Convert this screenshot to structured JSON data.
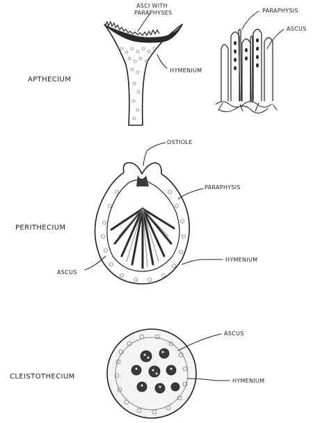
{
  "apothecium": {
    "title": "APTHECIUM",
    "labels": {
      "asci_with_paraphyses_line1": "ASCI WITH",
      "asci_with_paraphyses_line2": "PARAPHYSES",
      "hymenium": "HYMENIUM",
      "paraphysis": "PARAPHYSIS",
      "ascus": "ASCUS"
    }
  },
  "perithecium": {
    "title": "PERITHECIUM",
    "labels": {
      "ostiole": "OSTIOLE",
      "paraphysis": "PARAPHYSIS",
      "hymenium": "HYMENIUM",
      "ascus": "ASCUS"
    }
  },
  "cleistothecium": {
    "title": "CLEISTOTHECIUM",
    "labels": {
      "ascus": "ASCUS",
      "hymenium": "HYMENIUM"
    }
  },
  "colors": {
    "ink": "#1e1e1e",
    "paper": "#ffffff"
  }
}
